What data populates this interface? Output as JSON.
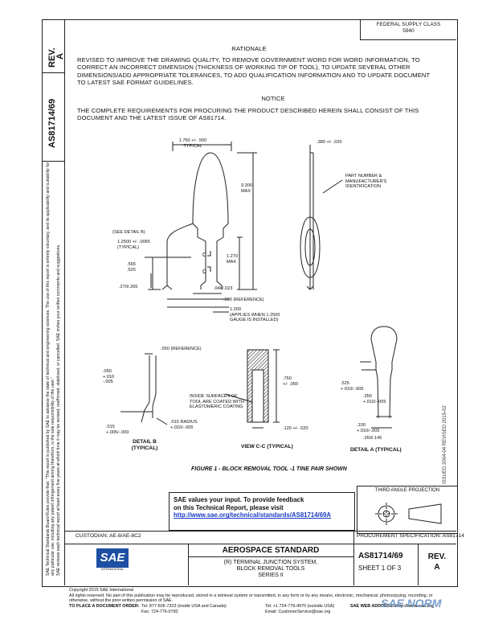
{
  "header": {
    "rev_label": "REV.",
    "rev_value": "A",
    "doc_number": "AS81714/69",
    "federal_supply_class_line1": "FEDERAL SUPPLY CLASS",
    "federal_supply_class_line2": "5940"
  },
  "rationale": {
    "title": "RATIONALE",
    "text": "REVISED TO IMPROVE THE DRAWING QUALITY, TO REMOVE GOVERNMENT WORD FOR WORD INFORMATION, TO CORRECT AN INCORRECT DIMENSION (THICKNESS OF WORKING TIP OF TOOL), TO UPDATE SEVERAL OTHER DIMENSIONS/ADD APPROPRIATE TOLERANCES, TO ADD QUALIFICATION INFORMATION AND TO UPDATE DOCUMENT TO LATEST SAE FORMAT GUIDELINES."
  },
  "notice": {
    "title": "NOTICE",
    "text": "THE COMPLETE REQUIREMENTS FOR PROCURING THE PRODUCT DESCRIBED HEREIN SHALL CONSIST OF THIS DOCUMENT AND THE LATEST ISSUE OF AS81714."
  },
  "drawing": {
    "top_width": "1.750 +/- .500",
    "typical": "TYPICAL",
    "max_height": "3.300",
    "max": "MAX",
    "see_detail": "(SEE DETAIL B)",
    "dim_1250": "1.2500 +/- .0065",
    "typical_paren": "(TYPICAL)",
    "dim_565": ".565",
    "dim_525": ".525",
    "dim_270": ".270/.265",
    "c_label": "C",
    "dim_1270": "1.270",
    "dim_040": ".040/.023",
    "dim_500_ref": ".500 (REFERENCE)",
    "dim_1200": "1.200",
    "applies_line1": "(APPLIES WHEN 1.2500",
    "applies_line2": "GAUGE IS INSTALLED)",
    "side_dim": ".380 +/- .020",
    "part_number_line1": "PART NUMBER &",
    "part_number_line2": "MANUFACTURER'S",
    "part_number_line3": "IDENTIFICATION",
    "detail_b_ref": ".050 (REFERENCE)",
    "detail_b_050": ".050",
    "detail_b_plus": "+.010",
    "detail_b_minus": "-.005",
    "detail_b_015": ".015",
    "detail_b_tol": "+.005/-.000",
    "radius": ".015 RADIUS",
    "radius_tol": "+.010/-.005",
    "detail_b_title": "DETAIL B",
    "detail_b_sub": "(TYPICAL)",
    "inside_line1": "INSIDE SURFACES OF",
    "inside_line2": "TOOL ARE COATED WITH",
    "inside_line3": "ELASTOMERIC COATING",
    "view_750": ".750",
    "view_750_tol": "+/- .050",
    "view_120": ".120 +/- .020",
    "view_title": "VIEW C-C (TYPICAL)",
    "detail_a_525": ".525",
    "detail_a_525_tol": "+.010/-.005",
    "detail_a_350": ".350",
    "detail_a_350_tol": "+.010/-.005",
    "detail_a_100": ".100",
    "detail_a_100_tol": "+.010/-.005",
    "detail_a_260": ".260/.145",
    "detail_a_title": "DETAIL A (TYPICAL)",
    "figure_caption": "FIGURE 1 - BLOCK REMOVAL TOOL -1 TINE PAIR SHOWN"
  },
  "feedback": {
    "line1": "SAE values your input. To provide feedback",
    "line2": "on this Technical Report, please visit",
    "link": "http://www.sae.org/technical/standards/AS81714/69A"
  },
  "projection": "THIRD ANGLE PROJECTION",
  "custodian": "CUSTODIAN: AE-8/AE-8C2",
  "procurement": "PROCUREMENT SPECIFICATION: AS81714",
  "title_block": {
    "standard": "AEROSPACE STANDARD",
    "doc_number": "AS81714/69",
    "sheet": "SHEET 1 OF 3",
    "rev_label": "REV.",
    "rev_value": "A",
    "desc_line1": "(R) TERMINAL JUNCTION SYSTEM,",
    "desc_line2": "BLOCK REMOVAL TOOLS",
    "desc_line3": "SERIES II",
    "logo_text": "SAE",
    "logo_sub": "INTERNATIONAL"
  },
  "side_notes": {
    "dates": "ISSUED 2004-04    REVISED 2015-02",
    "legal": "SAE Technical Standards Board Rules provide that: \"This report is published by SAE to advance the state of technical and engineering sciences. The use of this report is entirely voluntary, and its applicability and suitability for any particular use, including any patent infringement arising therefrom, is the sole responsibility of the user.\"",
    "legal2": "SAE reviews each technical report at least every five years at which time it may be revised, reaffirmed, stabilized, or cancelled. SAE invites your written comments and suggestions."
  },
  "footer": {
    "copyright": "Copyright 2015 SAE International",
    "rights": "All rights reserved. No part of this publication may be reproduced, stored in a retrieval system or transmitted, in any form or by any means, electronic, mechanical, photocopying, recording, or otherwise, without the prior written permission of SAE.",
    "order": "TO PLACE A DOCUMENT ORDER:",
    "tel1": "Tel: 877-606-7323 (inside USA and Canada)",
    "tel2": "Tel: +1 724-776-4970 (outside USA)",
    "fax": "Fax: 724-776-0790",
    "email": "Email: CustomerService@sae.org",
    "web": "SAE WEB ADDRESS: http://www.sae.org"
  },
  "watermark": "SAE NORM"
}
